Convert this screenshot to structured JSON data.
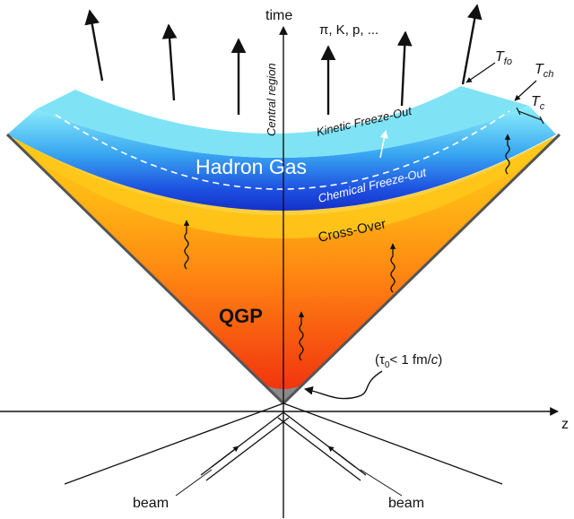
{
  "axes": {
    "time_label": "time",
    "z_label": "z",
    "central_region_label": "Central region"
  },
  "regions": {
    "hadron_gas": "Hadron Gas",
    "qgp": "QGP",
    "cross_over": "Cross-Over",
    "chemical_freeze_out": "Chemical Freeze-Out",
    "kinetic_freeze_out": "Kinetic Freeze-Out"
  },
  "particles_label": "π, K, p, ...",
  "temperatures": {
    "t_fo": {
      "base": "T",
      "sub": "fo"
    },
    "t_ch": {
      "base": "T",
      "sub": "ch"
    },
    "t_c": {
      "base": "T",
      "sub": "c"
    }
  },
  "tau0": {
    "open": "(τ",
    "sub": "0",
    "rest": "< 1 fm/",
    "c": "c",
    "close": ")"
  },
  "beams": {
    "left": "beam",
    "right": "beam"
  },
  "colors": {
    "light_cyan": "#7fe6f6",
    "mid_blue": "#3a8ff0",
    "deep_blue": "#1530c8",
    "yellow": "#ffd21a",
    "orange": "#ff9a10",
    "red": "#f03a10",
    "gray_cone": "#8a8a8a"
  }
}
